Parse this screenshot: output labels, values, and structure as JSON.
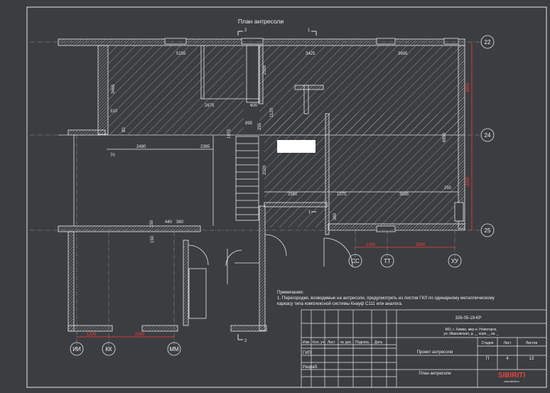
{
  "title": "План антресоли",
  "section_marks": {
    "top_left": "2",
    "top_right": "1",
    "bottom": "2",
    "mid": "1"
  },
  "axes": {
    "rows": [
      "22",
      "24",
      "25"
    ],
    "cols_bottom_right": [
      "СС",
      "ТТ",
      "УУ"
    ],
    "cols_bottom_left": [
      "ИИ",
      "КК",
      "ММ"
    ]
  },
  "dimensions": {
    "d5155": "5155",
    "d3425": "3425",
    "d3695_top": "3695",
    "d2500": "2500",
    "d3465": "3465",
    "d2675": "2675",
    "d600": "600",
    "d310": "310",
    "d80": "80",
    "d1120": "1120",
    "d895": "895",
    "d1975": "1975",
    "d255": "255",
    "d70": "70",
    "d2480": "2480",
    "d2365": "2365",
    "d2020": "2020",
    "d6850": "6850",
    "d2560": "2560",
    "d1075": "1075",
    "d3695_mid": "3695",
    "d250": "250",
    "d360": "360",
    "d440": "440",
    "d360b": "360",
    "d150a": "150",
    "d150b": "150"
  },
  "red_dimensions": {
    "r3900a": "3900",
    "r3900b": "3900",
    "r1200": "1200",
    "r2560": "2560",
    "r1200b": "1200",
    "r2560b": "2560"
  },
  "note": {
    "heading": "Примечание:",
    "line1": "1. Перегородки, возводимые на антресоли, предусмотреть из листов ГКЛ по одинарному металлическому",
    "line2": "каркасу типа комплексной системы Кнауф С111 или аналога."
  },
  "title_block": {
    "doc_code": "326-05-19-КР",
    "address1": "МО, г. Химки, мкр-н. Новогорск,",
    "address2": "ул. Ивановская, д. _, корп._, кв. _",
    "col_headers": [
      "Изм.",
      "Кол. уч.",
      "Лист",
      "№ док.",
      "Подпись",
      "Дата"
    ],
    "role1": "ГИП",
    "role2": "Разраб.",
    "project_name": "Проект антресоли",
    "sheet_name": "План антресоли",
    "stage_label": "Стадия",
    "sheet_label": "Лист",
    "sheets_label": "Листов",
    "stage_value": "П",
    "sheet_value": "4",
    "sheets_value": "13",
    "logo_text": "SIBIRITI",
    "logo_sub": "www.sibiriti.ru"
  },
  "colors": {
    "background": "#3b3d40",
    "lines": "#e8e8e8",
    "hatch": "#c8c8c8",
    "red_dims": "#ff3b3b",
    "logo": "#e8443a"
  }
}
